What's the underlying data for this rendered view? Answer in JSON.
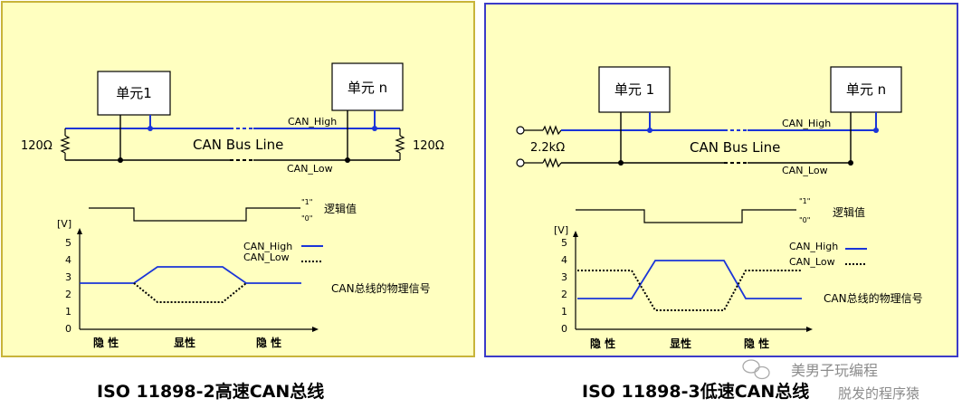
{
  "colors": {
    "panel_bg": "#ffffc0",
    "left_border": "#c8b43a",
    "right_border": "#3b3bc8",
    "can_high": "#1a35d8",
    "can_low": "#000000"
  },
  "left": {
    "unit1": "单元1",
    "unitn": "单元 n",
    "can_high": "CAN_High",
    "can_low": "CAN_Low",
    "bus_line": "CAN Bus Line",
    "res_left": "120Ω",
    "res_right": "120Ω",
    "logic_1": "\"1\"",
    "logic_0": "\"0\"",
    "logic_label": "逻辑值",
    "y_unit": "[V]",
    "y_ticks": [
      "5",
      "4",
      "3",
      "2",
      "1",
      "0"
    ],
    "legend_high": "CAN_High",
    "legend_low": "CAN_Low",
    "signal_label": "CAN总线的物理信号",
    "state_recessive_1": "隐 性",
    "state_dominant": "显性",
    "state_recessive_2": "隐 性",
    "caption": "ISO 11898-2高速CAN总线"
  },
  "right": {
    "unit1": "单元 1",
    "unitn": "单元 n",
    "can_high": "CAN_High",
    "can_low": "CAN_Low",
    "bus_line": "CAN Bus Line",
    "res": "2.2kΩ",
    "logic_1": "\"1\"",
    "logic_0": "\"0\"",
    "logic_label": "逻辑值",
    "y_unit": "[V]",
    "y_ticks": [
      "5",
      "4",
      "3",
      "2",
      "1",
      "0"
    ],
    "legend_high": "CAN_High",
    "legend_low": "CAN_Low",
    "signal_label": "CAN总线的物理信号",
    "state_recessive_1": "隐 性",
    "state_dominant": "显性",
    "state_recessive_2": "隐 性",
    "caption": "ISO 11898-3低速CAN总线"
  },
  "watermark": {
    "line1": "美男子玩编程",
    "line2": "脱发的程序猿"
  }
}
